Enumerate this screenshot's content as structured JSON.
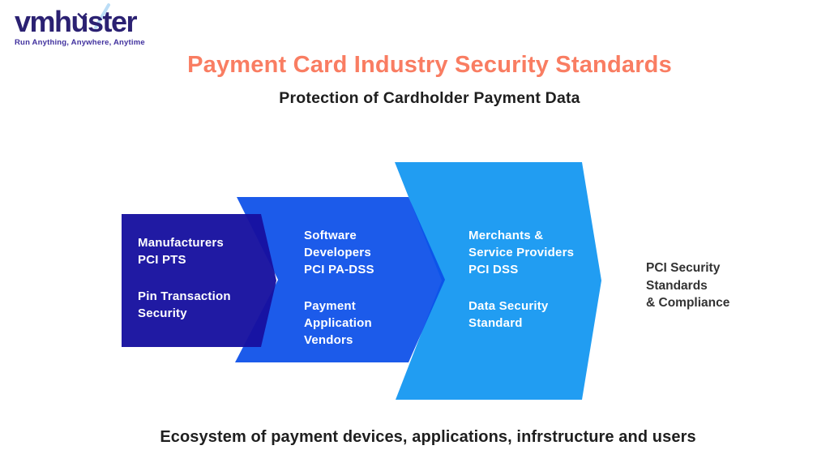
{
  "logo": {
    "wordmark": "vmhuster",
    "tagline": "Run Anything, Anywhere, Anytime",
    "wordmark_color": "#2B2172",
    "slash_color": "#BBDDF6"
  },
  "header": {
    "title": "Payment Card Industry Security Standards",
    "title_color": "#F97D62",
    "subtitle": "Protection of Cardholder Payment Data"
  },
  "diagram": {
    "type": "chevron-process",
    "stages": [
      {
        "id": "manufacturers",
        "color": "#17119F",
        "role_lines": [
          "Manufacturers",
          "PCI PTS"
        ],
        "desc_lines": [
          "Pin Transaction",
          "Security"
        ]
      },
      {
        "id": "software-developers",
        "color": "#0B4FE8",
        "role_lines": [
          "Software",
          "Developers",
          "PCI PA-DSS"
        ],
        "desc_lines": [
          "Payment",
          "Application",
          "Vendors"
        ]
      },
      {
        "id": "merchants",
        "color": "#219DF2",
        "role_lines": [
          "Merchants &",
          "Service Providers",
          "PCI DSS"
        ],
        "desc_lines": [
          "Data Security",
          "Standard"
        ]
      }
    ],
    "side_label_lines": [
      "PCI Security",
      "Standards",
      "& Compliance"
    ]
  },
  "footer": {
    "caption": "Ecosystem of payment devices, applications, infrstructure and users"
  }
}
